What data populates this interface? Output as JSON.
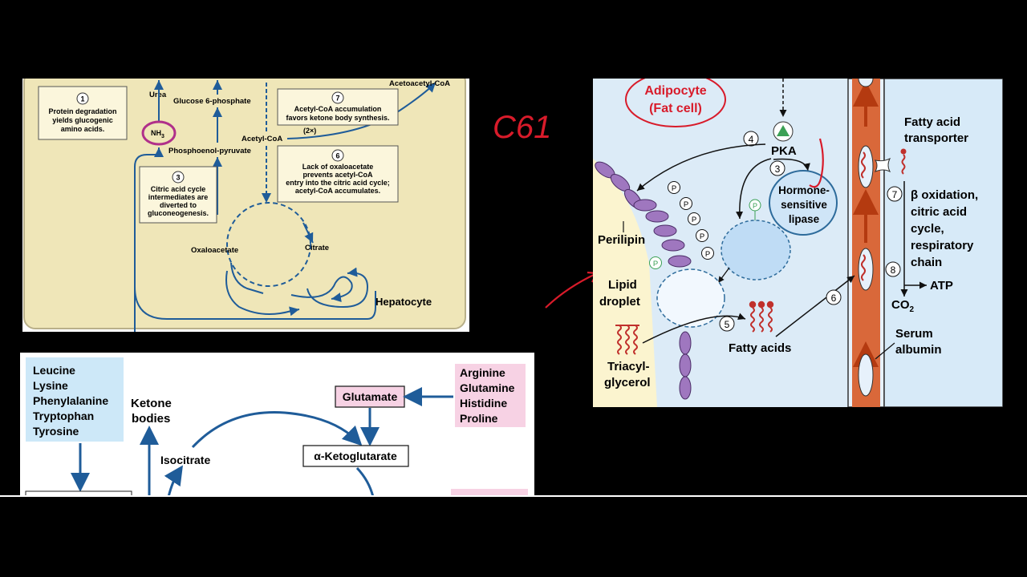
{
  "hepatocyte": {
    "box1_num": "1",
    "box1_l1": "Protein degradation",
    "box1_l2": "yields glucogenic",
    "box1_l3": "amino acids.",
    "urea": "Urea",
    "nh3": "NH",
    "nh3_sub": "3",
    "glucose6p": "Glucose 6-phosphate",
    "pep": "Phosphoenol-pyruvate",
    "acetyl_coa": "Acetyl-CoA",
    "two_x": "(2×)",
    "acetoacetyl_coa": "Acetoacetyl-CoA",
    "box7_num": "7",
    "box7_l1": "Acetyl-CoA accumulation",
    "box7_l2": "favors ketone body synthesis.",
    "box6_num": "6",
    "box6_l1": "Lack of oxaloacetate",
    "box6_l2": "prevents acetyl-CoA",
    "box6_l3": "entry into the citric acid cycle;",
    "box6_l4": "acetyl-CoA accumulates.",
    "box3_num": "3",
    "box3_l1": "Citric acid cycle",
    "box3_l2": "intermediates are",
    "box3_l3": "diverted to",
    "box3_l4": "gluconeogenesis.",
    "oxaloacetate": "Oxaloacetate",
    "citrate": "Citrate",
    "cell_label": "Hepatocyte"
  },
  "adipocyte": {
    "title_l1": "Adipocyte",
    "title_l2": "(Fat cell)",
    "pka": "PKA",
    "step4": "4",
    "step3": "3",
    "hsl_l1": "Hormone-",
    "hsl_l2": "sensitive",
    "hsl_l3": "lipase",
    "p_label": "P",
    "perilipin": "Perilipin",
    "lipid_l1": "Lipid",
    "lipid_l2": "droplet",
    "step5": "5",
    "fatty_acids": "Fatty acids",
    "tag_l1": "Triacyl-",
    "tag_l2": "glycerol",
    "step6": "6",
    "fat_trans_l1": "Fatty acid",
    "fat_trans_l2": "transporter",
    "step7": "7",
    "beta_l1": "β oxidation,",
    "beta_l2": "citric acid",
    "beta_l3": "cycle,",
    "beta_l4": "respiratory",
    "beta_l5": "chain",
    "step8": "8",
    "atp": "ATP",
    "co2": "CO",
    "co2_sub": "2",
    "serum_l1": "Serum",
    "serum_l2": "albumin"
  },
  "amino": {
    "ketogenic": [
      "Leucine",
      "Lysine",
      "Phenylalanine",
      "Tryptophan",
      "Tyrosine"
    ],
    "ketone_l1": "Ketone",
    "ketone_l2": "bodies",
    "isocitrate": "Isocitrate",
    "glutamate": "Glutamate",
    "alpha_kg": "α-Ketoglutarate",
    "glucogenic": [
      "Arginine",
      "Glutamine",
      "Histidine",
      "Proline"
    ]
  },
  "annotation": {
    "handwritten": "C61"
  },
  "colors": {
    "hep_bg": "#EFE6B8",
    "arrow_blue": "#1F5C99",
    "adipo_bg": "#DCEBF7",
    "vessel": "#D9683A",
    "pink_box": "#F7D2E4",
    "blue_box": "#CDE8F8",
    "annotation_red": "#D81B2A",
    "purple_circle": "#B0308A"
  }
}
